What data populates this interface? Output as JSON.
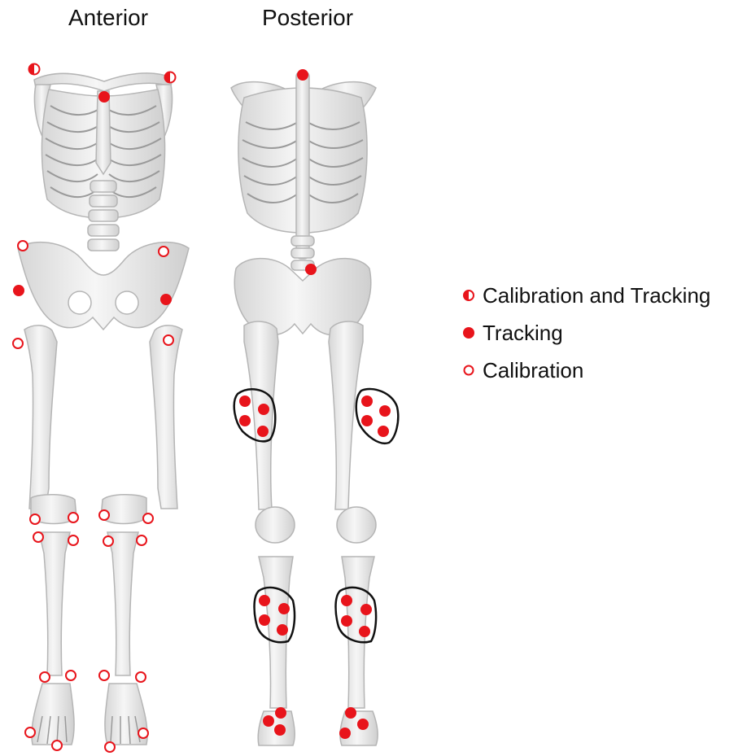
{
  "views": {
    "anterior": {
      "label": "Anterior"
    },
    "posterior": {
      "label": "Posterior"
    }
  },
  "legend": [
    {
      "label": "Calibration and Tracking",
      "marker": "half-filled-circle"
    },
    {
      "label": "Tracking",
      "marker": "filled-circle"
    },
    {
      "label": "Calibration",
      "marker": "open-circle"
    }
  ],
  "colors": {
    "marker": "#e8141b",
    "bone": "#eeeeee",
    "bone_outline": "#b8b8b8",
    "cluster_outline": "#111111"
  }
}
